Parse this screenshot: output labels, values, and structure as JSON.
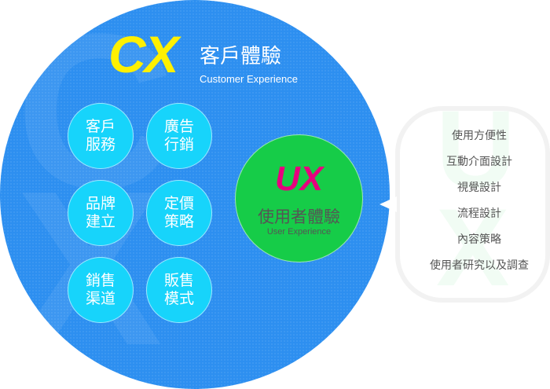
{
  "cx": {
    "logo": "CX",
    "title": "客戶體驗",
    "subtitle": "Customer Experience"
  },
  "cx_items": [
    {
      "line1": "客戶",
      "line2": "服務"
    },
    {
      "line1": "廣告",
      "line2": "行銷"
    },
    {
      "line1": "品牌",
      "line2": "建立"
    },
    {
      "line1": "定價",
      "line2": "策略"
    },
    {
      "line1": "銷售",
      "line2": "渠道"
    },
    {
      "line1": "販售",
      "line2": "模式"
    }
  ],
  "ux": {
    "logo": "UX",
    "title": "使用者體驗",
    "subtitle": "User Experience"
  },
  "ux_items": [
    "使用方便性",
    "互動介面設計",
    "視覺設計",
    "流程設計",
    "內容策略",
    "使用者研究以及調查"
  ],
  "colors": {
    "cx_bg": "#2d8ff0",
    "cx_logo": "#fff000",
    "item_bg": "#17d4fb",
    "ux_bg": "#16cc48",
    "ux_logo": "#e6007e"
  }
}
